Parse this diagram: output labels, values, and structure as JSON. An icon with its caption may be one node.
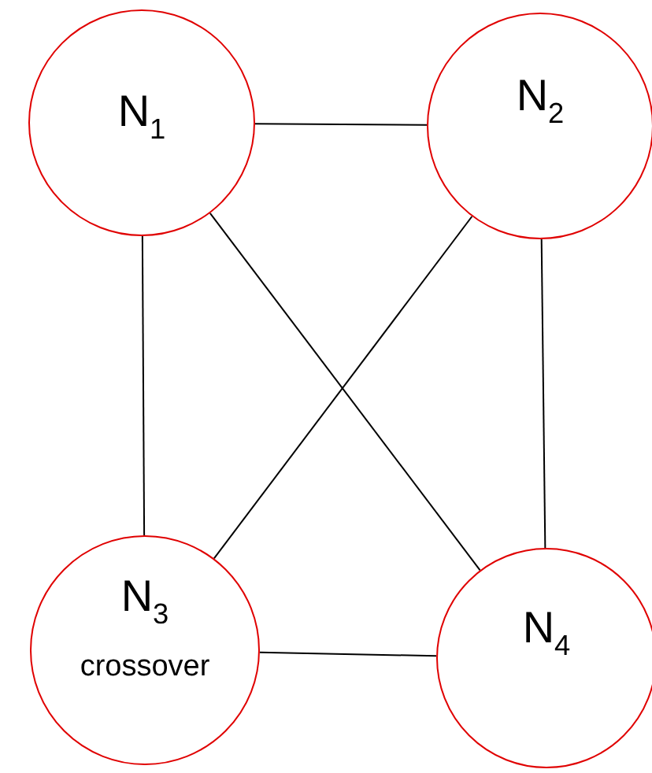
{
  "diagram": {
    "nodes": [
      {
        "text": [
          "N$_{1}$"
        ]
      },
      {
        "text": [
          "N$_{2}$"
        ]
      },
      {
        "text": [
          "N$_{3}$",
          "crossover"
        ]
      },
      {
        "text": [
          "N$_{4}$"
        ]
      }
    ],
    "edges": [
      {
        "from": 0,
        "to": 1,
        "arrow": "none"
      },
      {
        "from": 0,
        "to": 2,
        "arrow": "none"
      },
      {
        "from": 0,
        "to": 3,
        "arrow": "none"
      },
      {
        "from": 1,
        "to": 2,
        "arrow": "none"
      },
      {
        "from": 1,
        "to": 3,
        "arrow": "none"
      },
      {
        "from": 2,
        "to": 3,
        "arrow": "none"
      }
    ]
  }
}
